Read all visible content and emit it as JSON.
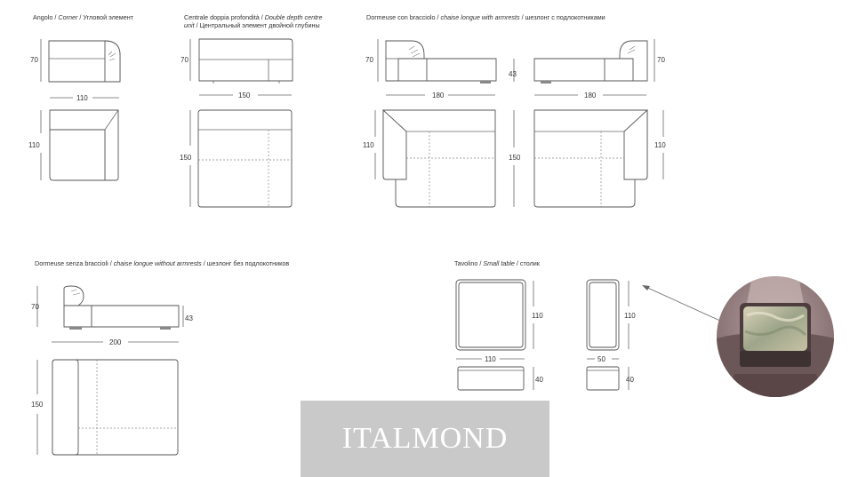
{
  "captions": {
    "corner": {
      "it": "Angolo / ",
      "en": "Corner",
      "ru": " / Угловой элемент"
    },
    "centre": {
      "it": "Centrale doppia profondità / ",
      "en": "Double depth centre",
      "en2": "unit",
      "ru": " / Центральный элемент двойной глубины"
    },
    "chaise_arm": {
      "it": "Dormeuse con bracciolo / ",
      "en": "chaise longue with armrests",
      "ru": " / шезлонг с подлокотниками"
    },
    "chaise_noarm": {
      "it": "Dormeuse senza braccioli / ",
      "en": "chaise longue without armrests",
      "ru": " / шезлонг без подлокотников"
    },
    "table": {
      "it": "Tavolino / ",
      "en": "Small table",
      "ru": " / столик"
    }
  },
  "dims": {
    "corner": {
      "h": "70",
      "w": "110",
      "d": "110"
    },
    "centre": {
      "h": "70",
      "w": "150",
      "d": "150"
    },
    "chaise_arm": {
      "h_left": "70",
      "seat": "43",
      "h_right": "70",
      "w_left": "180",
      "w_right": "180",
      "d_left": "110",
      "d_mid": "150",
      "d_right": "110"
    },
    "chaise_noarm": {
      "h": "70",
      "seat": "43",
      "w": "200",
      "d": "150"
    },
    "table": {
      "d1": "110",
      "d2": "110",
      "w1": "110",
      "w2": "50",
      "h1": "40",
      "h2": "40"
    }
  },
  "watermark": "ITALMOND",
  "colors": {
    "watermark_bg": "#c9c9c9",
    "line": "#555555"
  }
}
